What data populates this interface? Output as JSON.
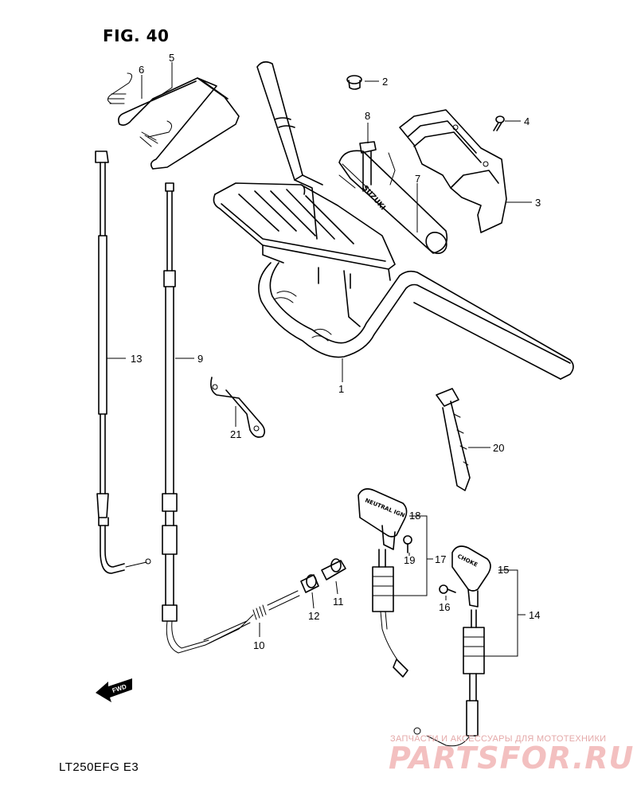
{
  "figure": {
    "title": "FIG. 40",
    "model": "LT250EFG  E3"
  },
  "callouts": {
    "p1": "1",
    "p2": "2",
    "p3": "3",
    "p4": "4",
    "p5": "5",
    "p6": "6",
    "p7": "7",
    "p8": "8",
    "p9": "9",
    "p10": "10",
    "p11": "11",
    "p12": "12",
    "p13": "13",
    "p14": "14",
    "p15": "15",
    "p16": "16",
    "p17": "17",
    "p18": "18",
    "p19": "19",
    "p20": "20",
    "p21": "21"
  },
  "parts_text": {
    "pad_brand": "SUZUKI",
    "knob_start": "NEUTRAL IGN",
    "knob_choke": "CHOKE",
    "direction": "FWD"
  },
  "watermark": {
    "tagline": "ЗАПЧАСТИ И АКСЕССУАРЫ ДЛЯ МОТОТЕХНИКИ",
    "brand": "PARTSFOR.RU"
  },
  "colors": {
    "ink": "#000000",
    "watermark": "#f2b6b6",
    "background": "#ffffff"
  },
  "icons": [
    "fwd-arrow-icon"
  ]
}
